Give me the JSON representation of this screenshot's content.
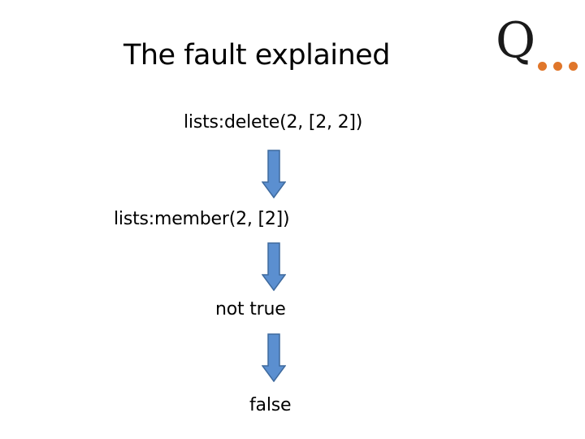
{
  "slide": {
    "title": "The fault explained",
    "steps": [
      "lists:delete(2, [2, 2])",
      "lists:member(2, [2])",
      "not true",
      "false"
    ]
  },
  "logo": {
    "letter": "Q",
    "accent_color": "#E0762A"
  },
  "colors": {
    "arrow_fill": "#5B8FD0",
    "arrow_stroke": "#3E6A9E"
  }
}
